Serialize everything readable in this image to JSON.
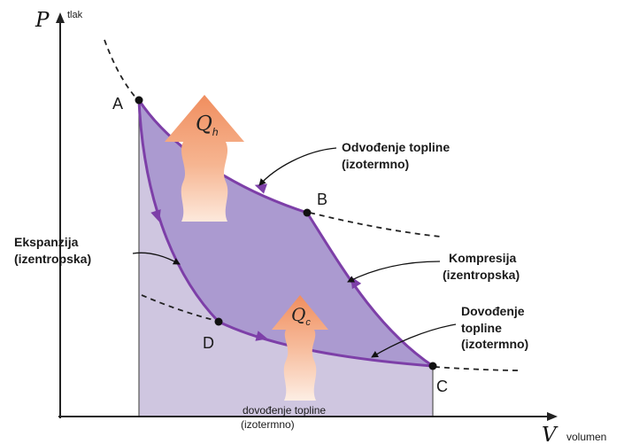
{
  "axes": {
    "y_symbol": "P",
    "y_label": "tlak",
    "x_symbol": "V",
    "x_label": "volumen"
  },
  "points": {
    "a": "A",
    "b": "B",
    "c": "C",
    "d": "D"
  },
  "heat": {
    "qh_symbol": "Q",
    "qh_sub": "h",
    "qc_symbol": "Q",
    "qc_sub": "c"
  },
  "annotations": {
    "heat_rejection": {
      "line1": "Odvođenje topline",
      "line2": "(izotermno)"
    },
    "expansion": {
      "line1": "Ekspanzija",
      "line2": "(izentropska)"
    },
    "compression": {
      "line1": "Kompresija",
      "line2": "(izentropska)"
    },
    "heat_addition": {
      "line1": "Dovođenje",
      "line2": "topline",
      "line3": "(izotermno)"
    },
    "bottom": {
      "line1": "dovođenje topline",
      "line2": "(izotermno)"
    }
  },
  "colors": {
    "cycle_fill": "#ab9ad0",
    "under_fill": "#cfc6e0",
    "process_line": "#7d3fa8",
    "arrow_fill": "#f08e5f"
  }
}
